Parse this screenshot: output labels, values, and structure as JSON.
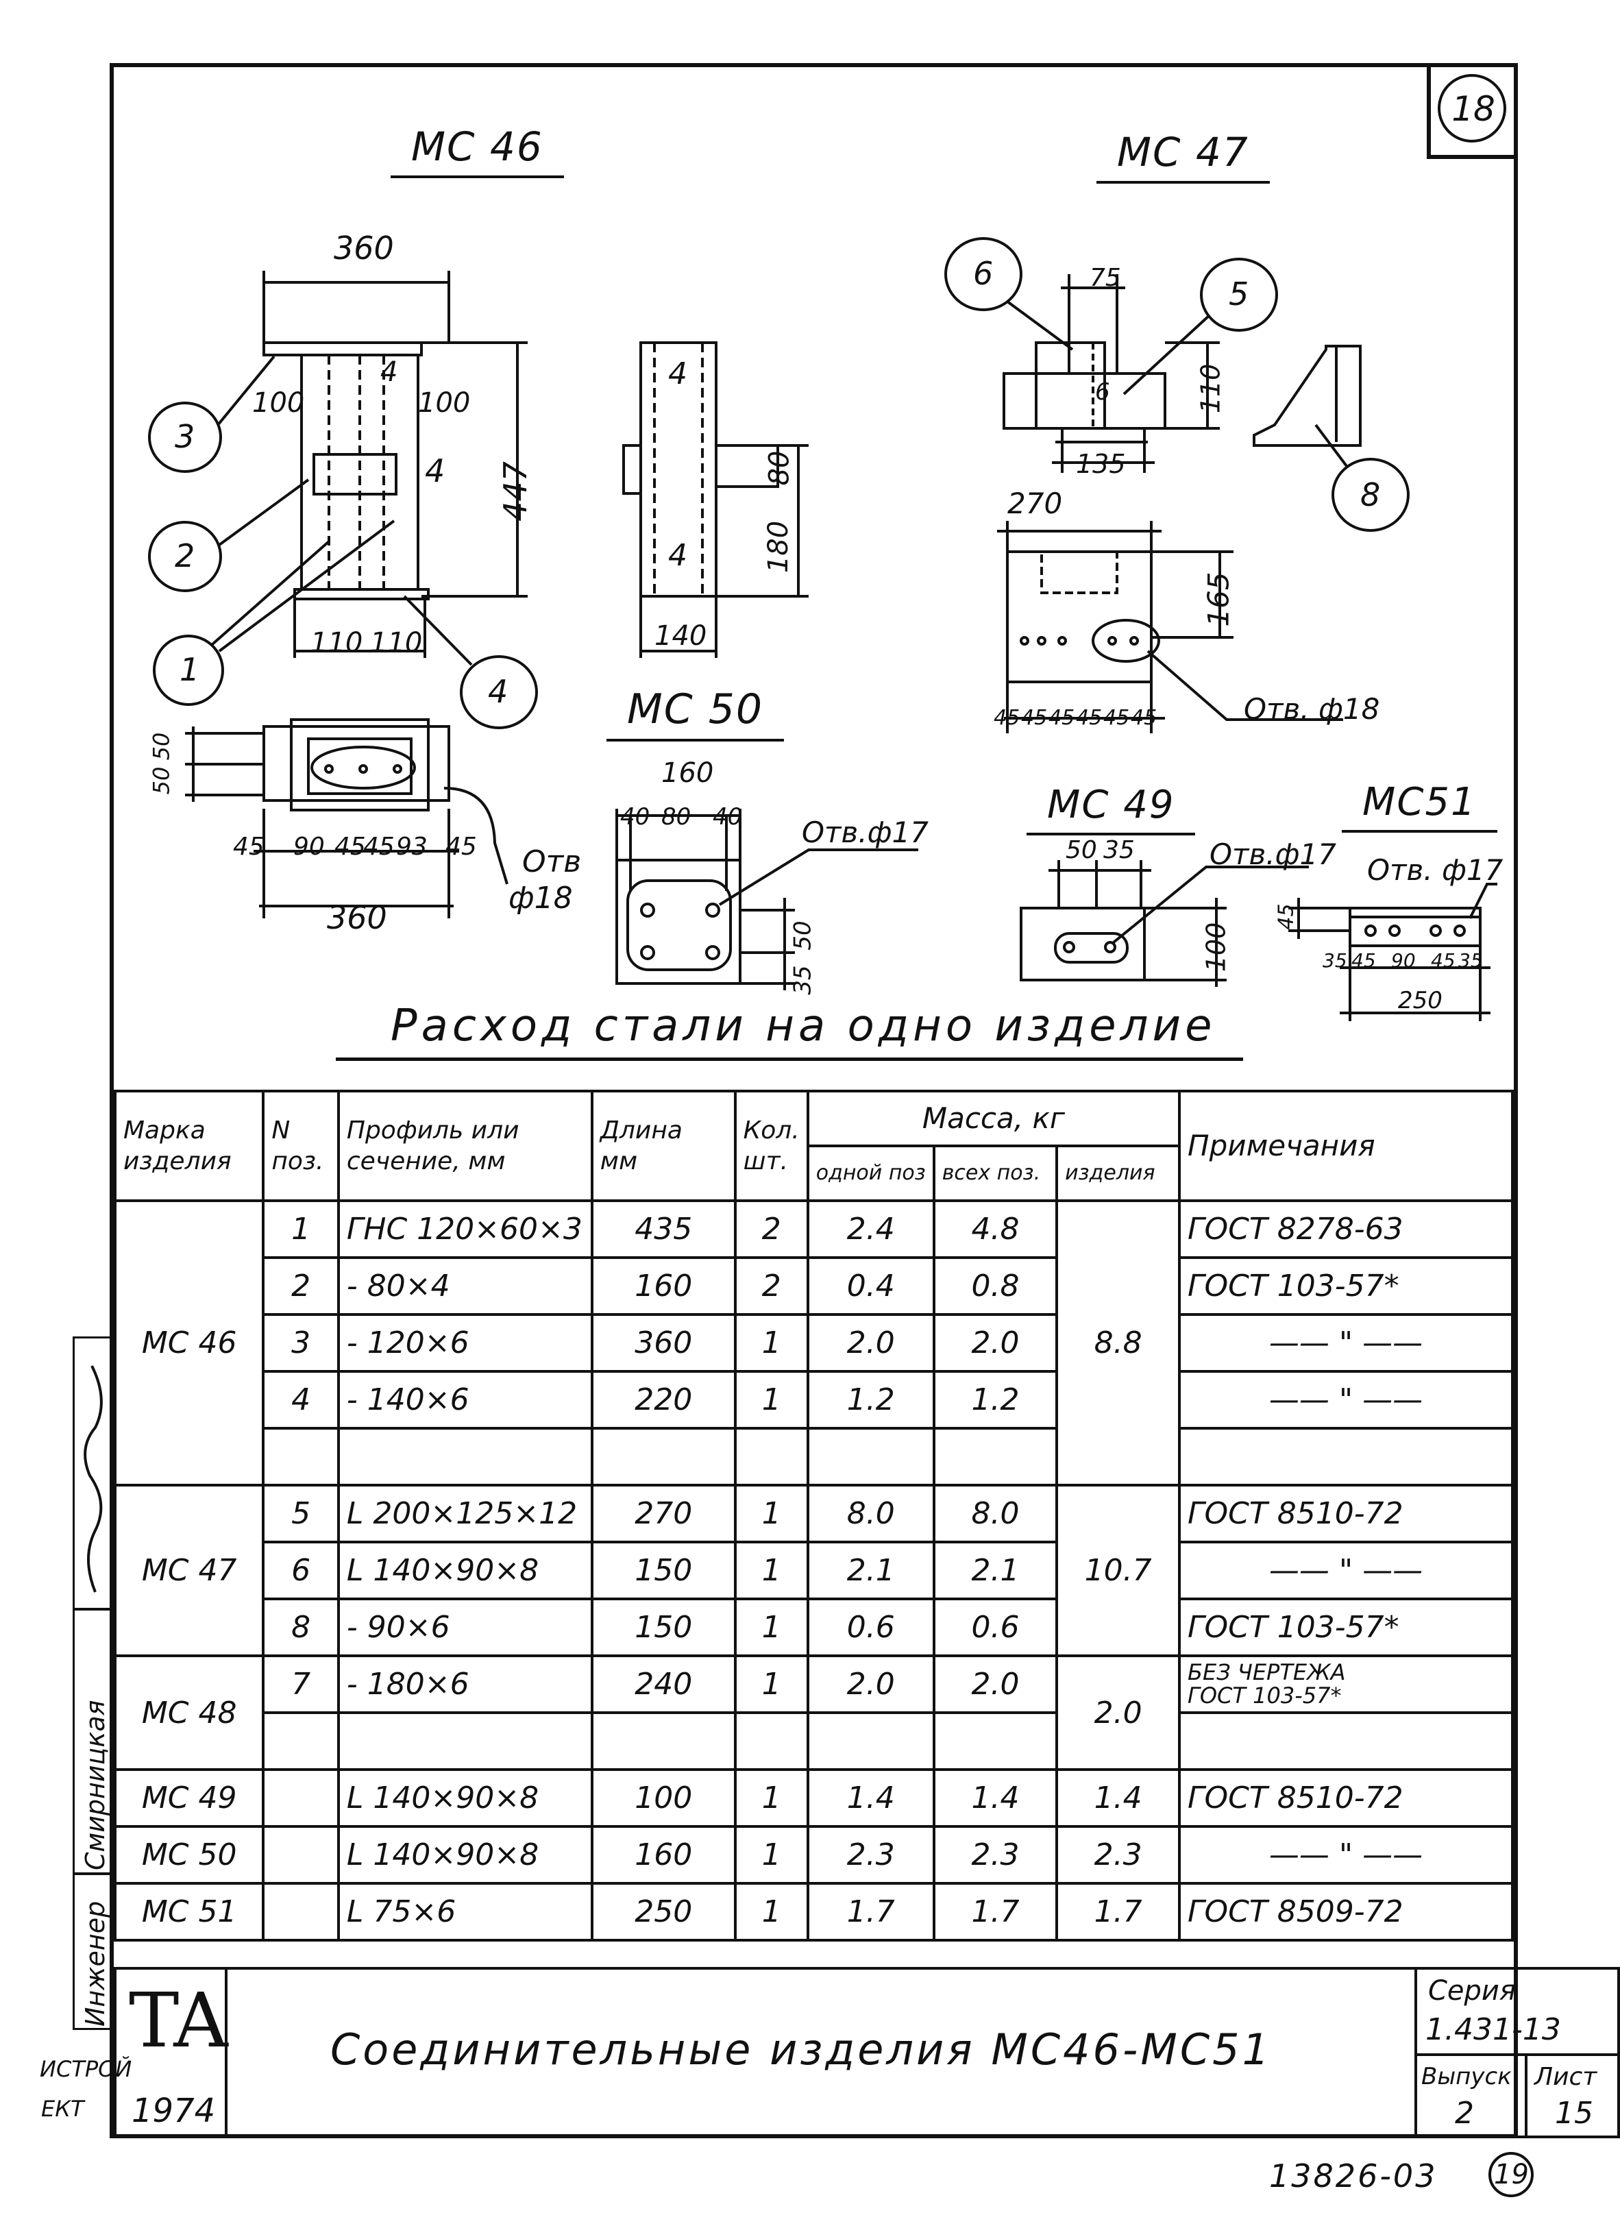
{
  "sheet_number": "18",
  "footer_mark": "19",
  "archive_number": "13826-03",
  "drawings": {
    "mc46": {
      "title": "МС 46",
      "dims": {
        "top_width": "360",
        "left_off": "100",
        "right_off": "100",
        "height": "447",
        "plate": "4",
        "plate2": "4",
        "bottom_left": "110",
        "bottom_right": "110",
        "plan_v1": "50",
        "plan_v2": "50",
        "plan_45a": "45",
        "plan_90a": "90",
        "plan_45b": "45",
        "plan_45c": "45",
        "plan_90b": "93",
        "plan_45d": "45",
        "plan_total": "360",
        "hole_label": "Отв",
        "hole_dia": "ф18"
      },
      "callouts": [
        "1",
        "2",
        "3",
        "4"
      ]
    },
    "mc46_side": {
      "top": "4",
      "bottom": "4",
      "d80": "80",
      "d180": "180",
      "width": "140"
    },
    "mc47": {
      "title": "МС 47",
      "dims": {
        "d75": "75",
        "d110": "110",
        "d135": "135",
        "d270": "270",
        "d165": "165",
        "mark6": "6",
        "bolts": [
          "45",
          "45",
          "45",
          "45",
          "45",
          "45"
        ],
        "hole": "Отв. ф18"
      },
      "callouts": [
        "6",
        "5",
        "8"
      ]
    },
    "mc50": {
      "title": "МС 50",
      "d160": "160",
      "d40a": "40",
      "d80": "80",
      "d40b": "40",
      "hole": "Отв.ф17",
      "d50": "50",
      "d35": "35"
    },
    "mc49": {
      "title": "МС 49",
      "d50": "50",
      "d35": "35",
      "hole": "Отв.ф17",
      "d100": "100"
    },
    "mc51": {
      "title": "МС51",
      "hole": "Отв. ф17",
      "d45": "45",
      "dims": [
        "35",
        "45",
        "90",
        "45",
        "35"
      ],
      "total": "250"
    }
  },
  "steel_title": "Расход стали на одно изделие",
  "table": {
    "headers": {
      "mark": "Марка изделия",
      "pos": "N поз.",
      "profile": "Профиль или сечение, мм",
      "length": "Длина мм",
      "qty": "Кол. шт.",
      "mass": "Масса, кг",
      "mass_one": "одной поз",
      "mass_all": "всех поз.",
      "mass_item": "изделия",
      "notes": "Примечания"
    },
    "groups": [
      {
        "mark": "МС 46",
        "mass": "8.8",
        "rows": [
          {
            "pos": "1",
            "profile": "ГНС 120×60×3",
            "length": "435",
            "qty": "2",
            "one": "2.4",
            "all": "4.8",
            "note": "ГОСТ 8278-63"
          },
          {
            "pos": "2",
            "profile": "- 80×4",
            "length": "160",
            "qty": "2",
            "one": "0.4",
            "all": "0.8",
            "note": "ГОСТ 103-57*"
          },
          {
            "pos": "3",
            "profile": "- 120×6",
            "length": "360",
            "qty": "1",
            "one": "2.0",
            "all": "2.0",
            "note": "—— \" ——"
          },
          {
            "pos": "4",
            "profile": "- 140×6",
            "length": "220",
            "qty": "1",
            "one": "1.2",
            "all": "1.2",
            "note": "—— \" ——"
          },
          {
            "pos": "",
            "profile": "",
            "length": "",
            "qty": "",
            "one": "",
            "all": "",
            "note": ""
          }
        ]
      },
      {
        "mark": "МС 47",
        "mass": "10.7",
        "rows": [
          {
            "pos": "5",
            "profile": "L 200×125×12",
            "length": "270",
            "qty": "1",
            "one": "8.0",
            "all": "8.0",
            "note": "ГОСТ 8510-72"
          },
          {
            "pos": "6",
            "profile": "L 140×90×8",
            "length": "150",
            "qty": "1",
            "one": "2.1",
            "all": "2.1",
            "note": "—— \" ——"
          },
          {
            "pos": "8",
            "profile": "- 90×6",
            "length": "150",
            "qty": "1",
            "one": "0.6",
            "all": "0.6",
            "note": "ГОСТ 103-57*"
          }
        ]
      },
      {
        "mark": "МС 48",
        "mass": "2.0",
        "rows": [
          {
            "pos": "7",
            "profile": "- 180×6",
            "length": "240",
            "qty": "1",
            "one": "2.0",
            "all": "2.0",
            "note_small1": "БЕЗ ЧЕРТЕЖА",
            "note_small2": "ГОСТ 103-57*"
          },
          {
            "pos": "",
            "profile": "",
            "length": "",
            "qty": "",
            "one": "",
            "all": "",
            "note": ""
          }
        ]
      },
      {
        "mark": "МС 49",
        "mass": "1.4",
        "rows": [
          {
            "pos": "",
            "profile": "L 140×90×8",
            "length": "100",
            "qty": "1",
            "one": "1.4",
            "all": "1.4",
            "note": "ГОСТ 8510-72"
          }
        ]
      },
      {
        "mark": "МС 50",
        "mass": "2.3",
        "rows": [
          {
            "pos": "",
            "profile": "L 140×90×8",
            "length": "160",
            "qty": "1",
            "one": "2.3",
            "all": "2.3",
            "note": "—— \" ——"
          }
        ]
      },
      {
        "mark": "МС 51",
        "mass": "1.7",
        "rows": [
          {
            "pos": "",
            "profile": "L 75×6",
            "length": "250",
            "qty": "1",
            "one": "1.7",
            "all": "1.7",
            "note": "ГОСТ 8509-72"
          }
        ]
      }
    ]
  },
  "title_block": {
    "logo": "ТА",
    "year": "1974",
    "title": "Соединительные изделия МС46-МС51",
    "series_label": "Серия",
    "series": "1.431-13",
    "issue_label": "Выпуск",
    "issue": "2",
    "sheet_label": "Лист",
    "sheet": "15"
  },
  "side_stamp": {
    "role1": "Смирницкая",
    "role2": "Инженер",
    "bottom1": "ИСТРОЙ",
    "bottom2": "ЕКТ"
  }
}
